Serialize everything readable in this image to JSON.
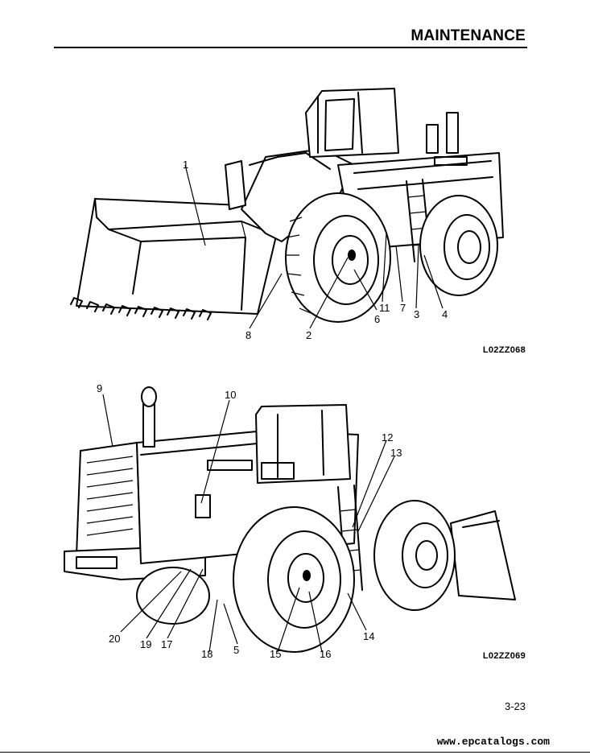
{
  "header": {
    "title": "MAINTENANCE"
  },
  "figures": [
    {
      "code": "L02ZZ068",
      "callouts": [
        "1",
        "2",
        "3",
        "4",
        "6",
        "7",
        "8",
        "11"
      ]
    },
    {
      "code": "L02ZZ069",
      "callouts": [
        "5",
        "9",
        "10",
        "12",
        "13",
        "14",
        "15",
        "16",
        "17",
        "18",
        "19",
        "20"
      ]
    }
  ],
  "footer": {
    "page_number": "3-23",
    "watermark": "www.epcatalogs.com"
  }
}
